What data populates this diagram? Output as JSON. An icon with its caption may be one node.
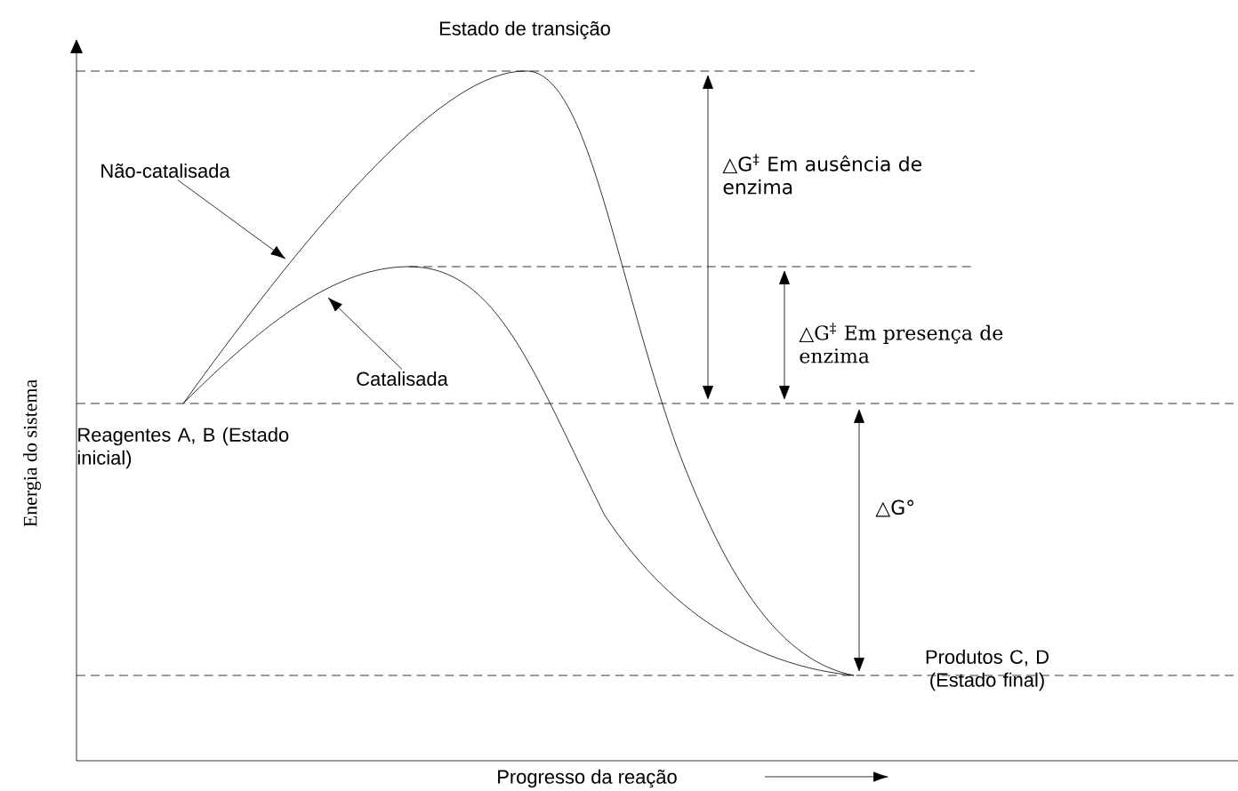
{
  "diagram": {
    "nodes": [
      {
        "text": [
          "Não-catalisada"
        ]
      },
      {
        "text": [
          "Catalisada"
        ]
      }
    ],
    "edges": [
      {
        "from": 0,
        "to": null,
        "arrow": "to"
      },
      {
        "from": 1,
        "to": null,
        "arrow": "to"
      }
    ],
    "labels": [
      "Estado de transição",
      "△G$^{‡}$ Em ausência de enzima",
      "△G$^{‡}$ Em presença de enzima",
      "Reagentes A, B (Estado inicial)",
      "△G°",
      "Produtos C, D (Estado final)",
      "Energia do sistema",
      "Progresso da reação"
    ]
  }
}
